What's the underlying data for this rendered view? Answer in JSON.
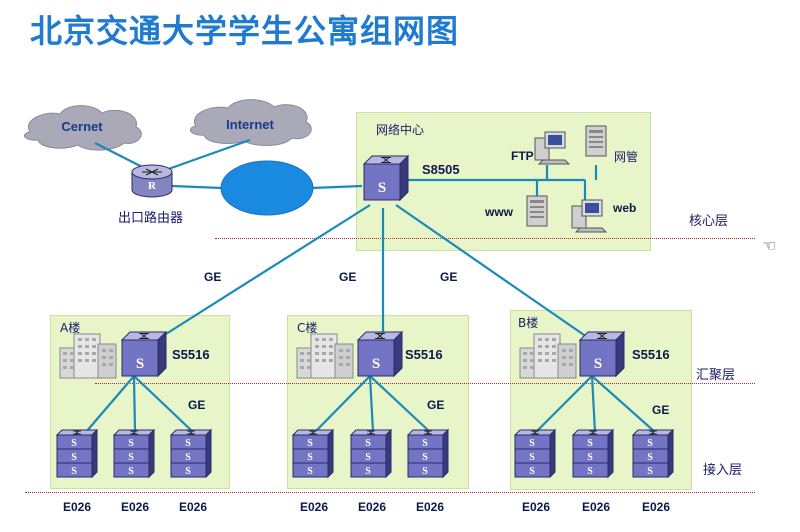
{
  "title": "北京交通大学学生公寓组网图",
  "clouds": {
    "left": "Cernet",
    "right": "Internet"
  },
  "router": {
    "letter": "R",
    "label": "出口路由器"
  },
  "core": {
    "panel_label": "网络中心",
    "switch_model": "S8505",
    "servers": {
      "ftp": "FTP",
      "mgmt": "网管",
      "www": "www",
      "web": "web"
    },
    "layer_label": "核心层"
  },
  "links": {
    "ge": "GE"
  },
  "switch_letter": "S",
  "buildings": [
    {
      "name": "A楼",
      "switch_model": "S5516",
      "ge": "GE",
      "access": [
        "E026",
        "E026",
        "E026"
      ]
    },
    {
      "name": "C楼",
      "switch_model": "S5516",
      "ge": "GE",
      "access": [
        "E026",
        "E026",
        "E026"
      ]
    },
    {
      "name": "B楼",
      "switch_model": "S5516",
      "ge": "GE",
      "access": [
        "E026",
        "E026",
        "E026"
      ]
    }
  ],
  "layers": {
    "aggregation": "汇聚层",
    "access": "接入层"
  },
  "colors": {
    "title": "#1e7bd0",
    "link": "#1a8ab8",
    "panel": "#e8f5c8",
    "switch": "#6b6bb8",
    "cloud": "#a9a9b8",
    "ellipse": "#1a8ae0",
    "dotted_line": "#c02040"
  }
}
